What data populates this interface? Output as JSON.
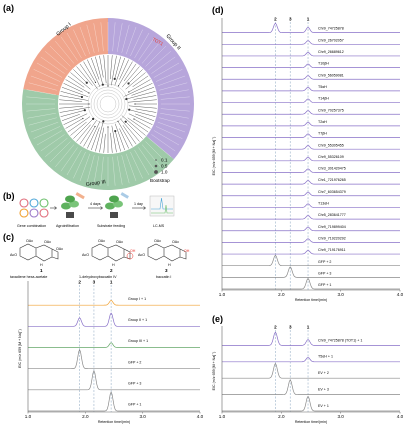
{
  "panels": {
    "a": "(a)",
    "b": "(b)",
    "c": "(c)",
    "d": "(d)",
    "e": "(e)"
  },
  "colors": {
    "group1": "#f0a58c",
    "group2": "#b7a6db",
    "group3": "#9fcaa9",
    "orange": "#f0a030",
    "purple": "#8870c8",
    "green": "#66a86a",
    "gray": "#8a8a8a",
    "highlight": "#e8342c"
  },
  "tree": {
    "groups": [
      "Group I",
      "Group II",
      "Group III"
    ],
    "highlight_label": "TOT1",
    "bootstrap": {
      "title": "Bootstrap",
      "values": [
        "0.1",
        "0.5",
        "1.0"
      ]
    }
  },
  "workflow": {
    "steps": [
      "Gene combination",
      "Agroinfiltration",
      "Substrate feeding",
      "LC-MS"
    ],
    "arrows": [
      "4 days",
      "1 day"
    ]
  },
  "compounds": {
    "c1": {
      "number": "1",
      "name": "taxadiene hexa-acetate"
    },
    "c2": {
      "number": "2",
      "name": "1-dehydroxybaccatin IV"
    },
    "c3": {
      "number": "3",
      "name": "baccatin I"
    },
    "atoms": {
      "oac": "OAc",
      "ac": "AcO",
      "oh": "OH",
      "h": "H"
    }
  },
  "chart_data": [
    {
      "panel": "c",
      "type": "line",
      "xlabel": "Retention time/(min)",
      "ylabel": "EIC (m/z 659 [M + Na]⁺)",
      "xticks": [
        "1.0",
        "2.0",
        "3.0",
        "4.0"
      ],
      "xlim": [
        1.0,
        4.0
      ],
      "peak_labels": [
        "2",
        "3",
        "1"
      ],
      "peak_positions": [
        1.9,
        2.15,
        2.45
      ],
      "traces": [
        {
          "name": "Group I + 1",
          "color": "#f0a030",
          "peaks": [
            [
              2.45,
              0.25
            ]
          ]
        },
        {
          "name": "Group II + 1",
          "color": "#8870c8",
          "peaks": [
            [
              1.9,
              0.45
            ],
            [
              2.45,
              0.7
            ]
          ]
        },
        {
          "name": "Group III + 1",
          "color": "#66a86a",
          "peaks": [
            [
              2.45,
              0.25
            ]
          ]
        },
        {
          "name": "GFP + 2",
          "color": "#8a8a8a",
          "peaks": [
            [
              1.9,
              1.0
            ]
          ]
        },
        {
          "name": "GFP + 3",
          "color": "#8a8a8a",
          "peaks": [
            [
              2.15,
              1.0
            ]
          ]
        },
        {
          "name": "GFP + 1",
          "color": "#8a8a8a",
          "peaks": [
            [
              2.45,
              1.0
            ]
          ]
        }
      ]
    },
    {
      "panel": "d",
      "type": "line",
      "xlabel": "Retention time/(min)",
      "ylabel": "EIC (m/z 659 [M + Na]⁺)",
      "xticks": [
        "1.0",
        "2.0",
        "3.0",
        "4.0"
      ],
      "xlim": [
        1.0,
        4.0
      ],
      "peak_labels": [
        "2",
        "3",
        "1"
      ],
      "peak_positions": [
        1.9,
        2.15,
        2.45
      ],
      "traces": [
        {
          "name": "Chr9_74725878",
          "color": "#8870c8",
          "peaks": [
            [
              1.9,
              0.9
            ],
            [
              2.45,
              0.5
            ]
          ]
        },
        {
          "name": "Chr9_26702057",
          "color": "#8870c8",
          "peaks": [
            [
              2.45,
              0.35
            ]
          ]
        },
        {
          "name": "Chr9_26689612",
          "color": "#8870c8",
          "peaks": [
            [
              2.45,
              0.35
            ]
          ]
        },
        {
          "name": "T10βH",
          "color": "#8870c8",
          "peaks": [
            [
              2.45,
              0.35
            ]
          ]
        },
        {
          "name": "Chr9_56059081",
          "color": "#8870c8",
          "peaks": [
            [
              2.45,
              0.35
            ]
          ]
        },
        {
          "name": "T5αH",
          "color": "#8870c8",
          "peaks": [
            [
              2.45,
              0.35
            ]
          ]
        },
        {
          "name": "T14βH",
          "color": "#8870c8",
          "peaks": [
            [
              2.45,
              0.35
            ]
          ]
        },
        {
          "name": "Chr9_70257375",
          "color": "#8870c8",
          "peaks": [
            [
              2.45,
              0.35
            ]
          ]
        },
        {
          "name": "T2αH",
          "color": "#8870c8",
          "peaks": [
            [
              2.45,
              0.35
            ]
          ]
        },
        {
          "name": "T7βH",
          "color": "#8870c8",
          "peaks": [
            [
              2.45,
              0.35
            ]
          ]
        },
        {
          "name": "Chr9_55305455",
          "color": "#8870c8",
          "peaks": [
            [
              2.45,
              0.35
            ]
          ]
        },
        {
          "name": "Chr9_55326109",
          "color": "#8870c8",
          "peaks": [
            [
              2.45,
              0.35
            ]
          ]
        },
        {
          "name": "Chr3_301420475",
          "color": "#8870c8",
          "peaks": [
            [
              2.45,
              0.35
            ]
          ]
        },
        {
          "name": "Chr1_721976265",
          "color": "#8870c8",
          "peaks": [
            [
              2.45,
              0.35
            ]
          ]
        },
        {
          "name": "Chr7_603654379",
          "color": "#8870c8",
          "peaks": [
            [
              2.45,
              0.35
            ]
          ]
        },
        {
          "name": "T13αH",
          "color": "#8870c8",
          "peaks": [
            [
              2.45,
              0.35
            ]
          ]
        },
        {
          "name": "Chr5_283641777",
          "color": "#8870c8",
          "peaks": [
            [
              2.45,
              0.35
            ]
          ]
        },
        {
          "name": "Chr9_719899404",
          "color": "#8870c8",
          "peaks": [
            [
              2.45,
              0.35
            ]
          ]
        },
        {
          "name": "Chr9_719220292",
          "color": "#8870c8",
          "peaks": [
            [
              2.45,
              0.35
            ]
          ]
        },
        {
          "name": "Chr9_719176911",
          "color": "#8870c8",
          "peaks": [
            [
              2.45,
              0.35
            ]
          ]
        },
        {
          "name": "GFP + 2",
          "color": "#8a8a8a",
          "peaks": [
            [
              1.9,
              1.0
            ]
          ]
        },
        {
          "name": "GFP + 3",
          "color": "#8a8a8a",
          "peaks": [
            [
              2.15,
              1.0
            ]
          ]
        },
        {
          "name": "GFP + 1",
          "color": "#8a8a8a",
          "peaks": [
            [
              2.45,
              1.0
            ]
          ]
        }
      ]
    },
    {
      "panel": "e",
      "type": "line",
      "xlabel": "Retention time/(min)",
      "ylabel": "EIC (m/z 659 [M + Na]⁺)",
      "xticks": [
        "1.0",
        "2.0",
        "3.0",
        "4.0"
      ],
      "xlim": [
        1.0,
        4.0
      ],
      "peak_labels": [
        "2",
        "3",
        "1"
      ],
      "peak_positions": [
        1.9,
        2.15,
        2.45
      ],
      "traces": [
        {
          "name": "Chr9_74725878 (TOT1) + 1",
          "color": "#8870c8",
          "peaks": [
            [
              1.9,
              0.9
            ],
            [
              2.45,
              0.4
            ]
          ]
        },
        {
          "name": "T5αH + 1",
          "color": "#8870c8",
          "peaks": [
            [
              2.45,
              0.3
            ]
          ]
        },
        {
          "name": "EV + 2",
          "color": "#8a8a8a",
          "peaks": [
            [
              1.9,
              1.0
            ]
          ]
        },
        {
          "name": "EV + 3",
          "color": "#8a8a8a",
          "peaks": [
            [
              2.15,
              1.0
            ]
          ]
        },
        {
          "name": "EV + 1",
          "color": "#8a8a8a",
          "peaks": [
            [
              2.45,
              1.0
            ]
          ]
        }
      ]
    }
  ]
}
